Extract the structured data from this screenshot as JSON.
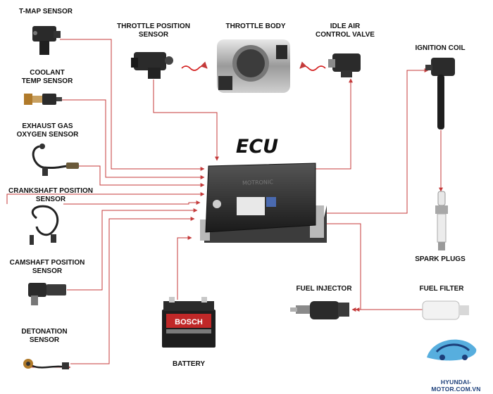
{
  "title": "ECU",
  "components": {
    "tmap_sensor": "T-MAP SENSOR",
    "coolant_temp_sensor": "COOLANT\nTEMP SENSOR",
    "exhaust_gas_oxygen_sensor": "EXHAUST GAS\nOXYGEN SENSOR",
    "crankshaft_position_sensor": "CRANKSHAFT POSITION\nSENSOR",
    "camshaft_position_sensor": "CAMSHAFT POSITION\nSENSOR",
    "detonation_sensor": "DETONATION\nSENSOR",
    "throttle_position_sensor": "THROTTLE POSITION\nSENSOR",
    "throttle_body": "THROTTLE BODY",
    "idle_air_control_valve": "IDLE AIR\nCONTROL VALVE",
    "ignition_coil": "IGNITION COIL",
    "spark_plugs": "SPARK PLUGS",
    "fuel_injector": "FUEL INJECTOR",
    "fuel_filter": "FUEL FILTER",
    "battery": "BATTERY"
  },
  "product_text": {
    "battery_brand": "BOSCH",
    "ecu_brand": "MOTRONIC"
  },
  "watermark": "HYUNDAI-MOTOR.COM.VN",
  "colors": {
    "wire": "#c43a3a",
    "ecu_body": "#2b2b2d",
    "watermark": "#1c3f7a"
  }
}
